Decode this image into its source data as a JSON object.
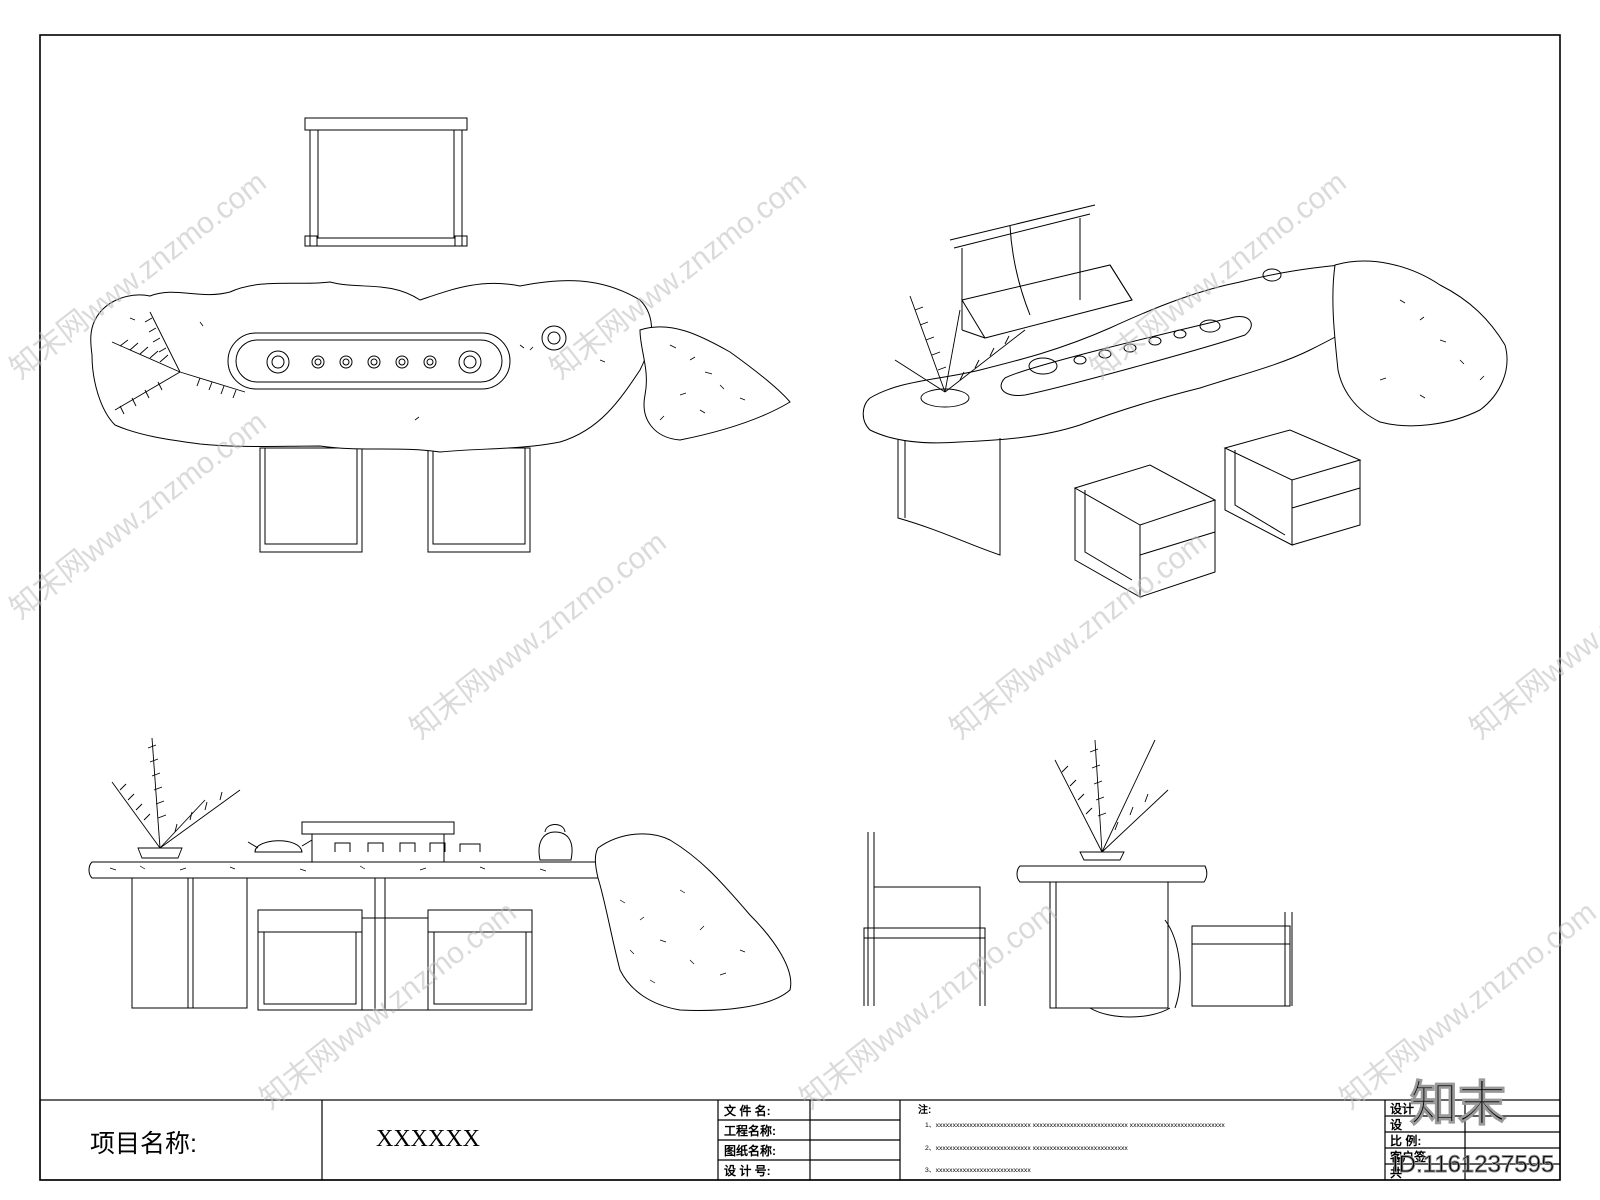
{
  "title_block": {
    "project_label": "项目名称:",
    "project_value": "XXXXXX",
    "fields": [
      "文 件 名:",
      "工程名称:",
      "图纸名称:",
      "设 计 号:"
    ],
    "notes_label": "注:",
    "notes": [
      "1、xxxxxxxxxxxxxxxxxxxxxxxxxxxx    xxxxxxxxxxxxxxxxxxxxxxxxxxxx    xxxxxxxxxxxxxxxxxxxxxxxxxxxx",
      "2、xxxxxxxxxxxxxxxxxxxxxxxxxxxx    xxxxxxxxxxxxxxxxxxxxxxxxxxxx",
      "3、xxxxxxxxxxxxxxxxxxxxxxxxxxxx"
    ],
    "right_fields": [
      "设计",
      "设",
      "比  例:",
      "客户签",
      "共"
    ]
  },
  "watermark": {
    "text": "知末网www.znzmo.com",
    "brand": "知末",
    "id": "ID:1161237595"
  }
}
